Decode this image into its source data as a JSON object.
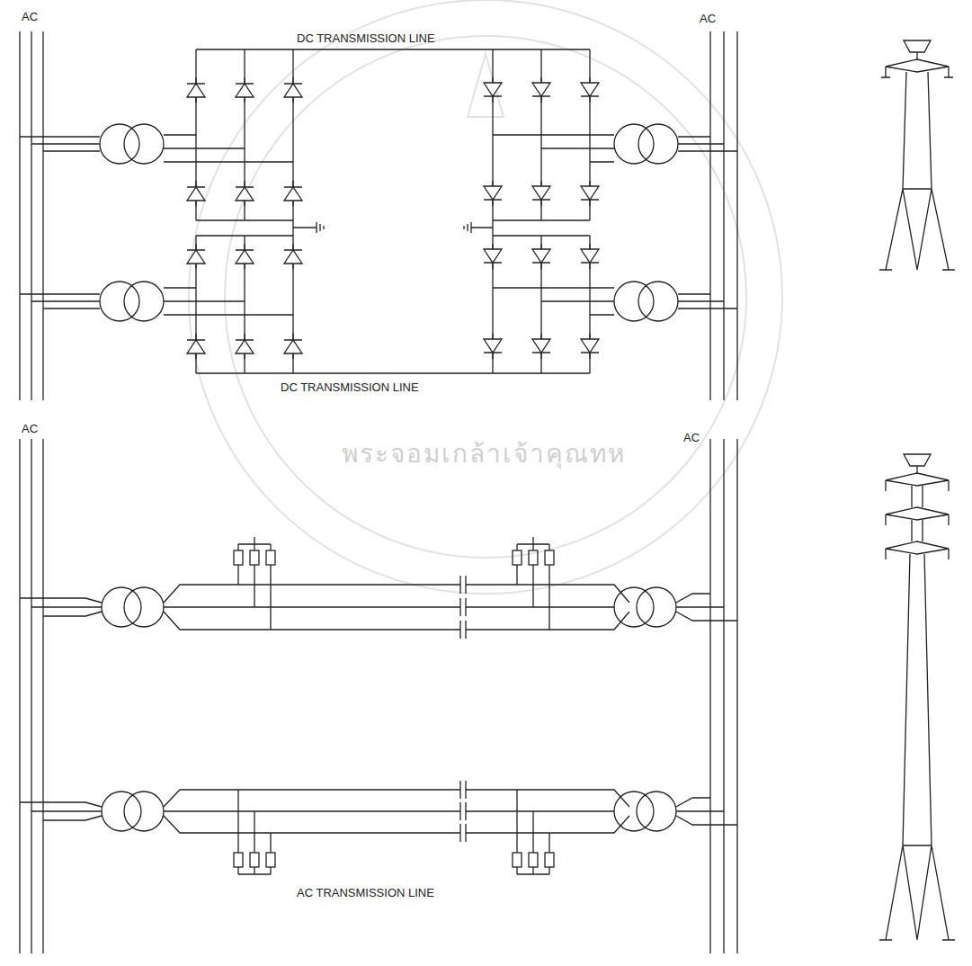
{
  "diagram": {
    "labels": [
      "AC",
      "DC TRANSMISSION LINE",
      "AC",
      "DC TRANSMISSION LINE",
      "AC",
      "AC",
      "AC TRANSMISSION LINE",
      "พระจอมเกล้าเจ้าคุณทห"
    ]
  }
}
